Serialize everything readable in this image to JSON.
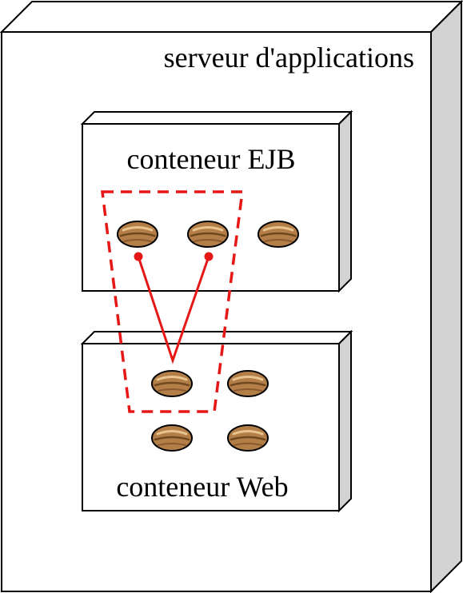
{
  "diagram": {
    "server_label": "serveur d'applications",
    "ejb_container_label": "conteneur EJB",
    "web_container_label": "conteneur Web"
  },
  "colors": {
    "box_face": "#ffffff",
    "box_side": "#d3d3d3",
    "outline": "#000000",
    "highlight": "#e61717",
    "bean_fill": "#b47e48",
    "bean_dark": "#6e4820",
    "bean_light": "#e8c590"
  },
  "icons": {
    "bean": "coffee-bean-icon"
  }
}
